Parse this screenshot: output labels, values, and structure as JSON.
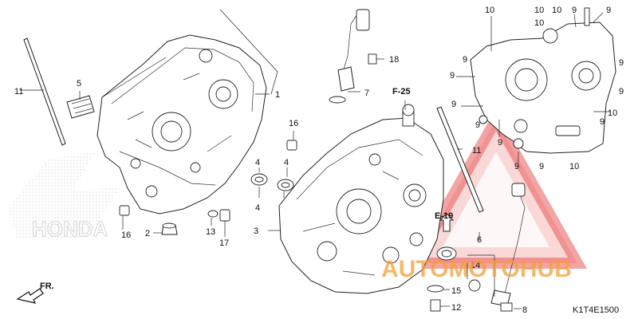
{
  "diagram": {
    "code": "K1T4E1500",
    "direction_label": "FR.",
    "ref_f25": "F-25",
    "ref_e19": "E-19",
    "watermark_brand": "HONDA",
    "watermark_site": "AUTOMOTOHUB",
    "watermark_color": "#e84a4a",
    "watermark_text_color": "#f2a13a"
  },
  "callouts": {
    "c1": "1",
    "c2": "2",
    "c3": "3",
    "c4a": "4",
    "c4b": "4",
    "c4c": "4",
    "c5": "5",
    "c6": "6",
    "c7": "7",
    "c8": "8",
    "c9a": "9",
    "c9b": "9",
    "c9c": "9",
    "c9d": "9",
    "c9e": "9",
    "c9f": "9",
    "c9g": "9",
    "c9h": "9",
    "c9i": "9",
    "c9j": "9",
    "c9k": "9",
    "c9l": "9",
    "c10a": "10",
    "c10b": "10",
    "c10c": "10",
    "c10d": "10",
    "c10e": "10",
    "c10f": "10",
    "c11a": "11",
    "c11b": "11",
    "c12": "12",
    "c13": "13",
    "c14": "14",
    "c15": "15",
    "c16a": "16",
    "c16b": "16",
    "c17": "17",
    "c18": "18"
  }
}
